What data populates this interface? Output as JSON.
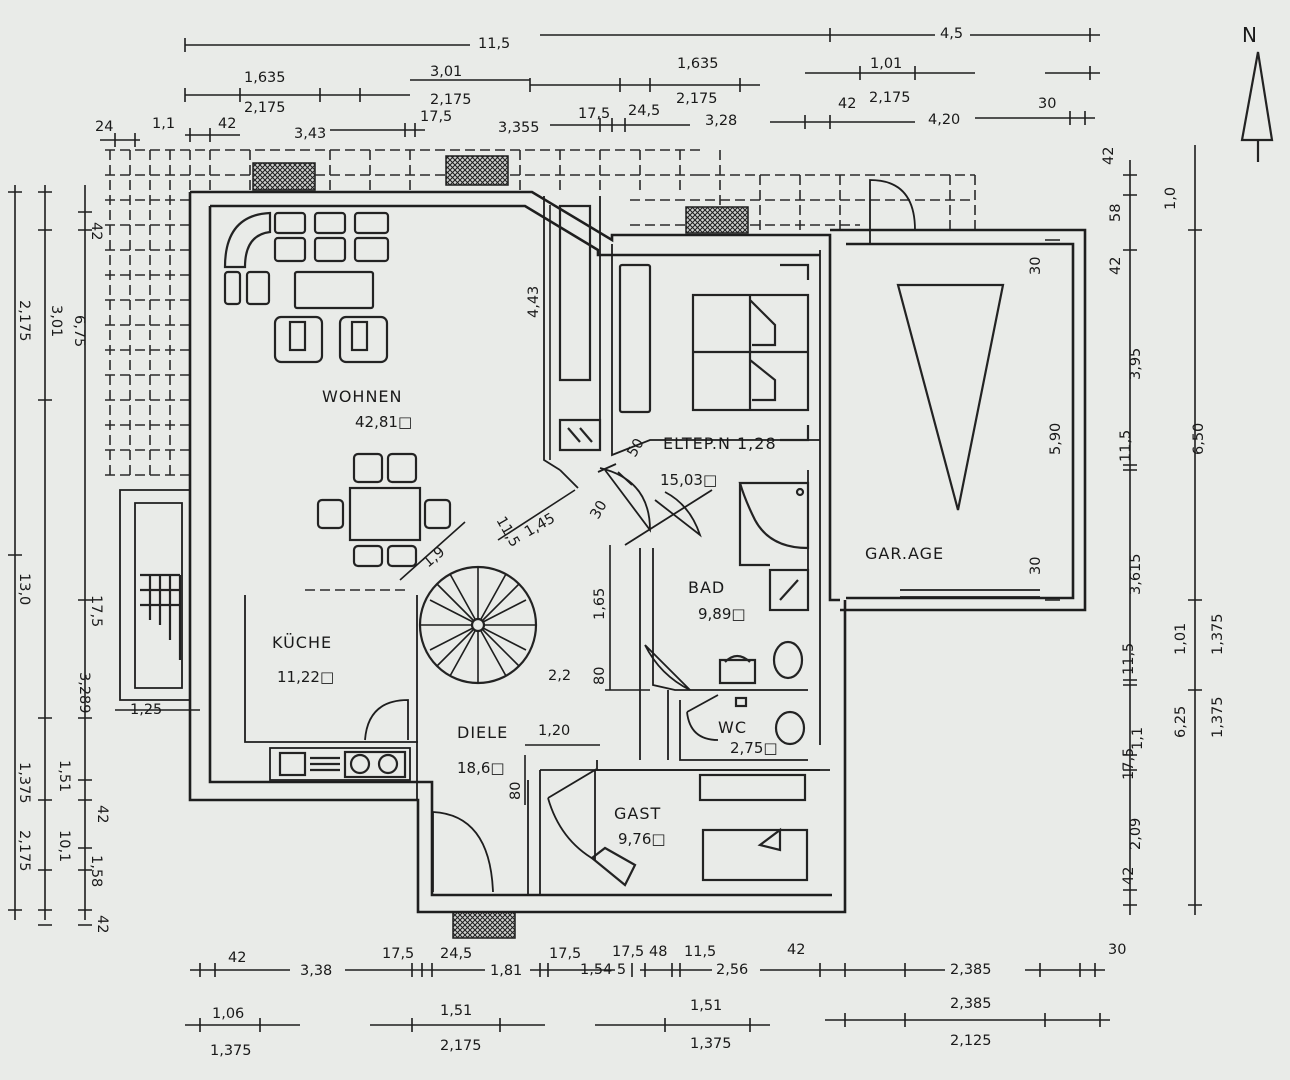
{
  "rooms": [
    {
      "name": "WOHNEN",
      "area": "42,81□"
    },
    {
      "name": "KÜCHE",
      "area": "11,22□"
    },
    {
      "name": "DIELE",
      "area": "18,6□"
    },
    {
      "name": "ELTEP.N 1,28",
      "area": "15,03□"
    },
    {
      "name": "BAD",
      "area": "9,89□"
    },
    {
      "name": "WC",
      "area": "2,75□"
    },
    {
      "name": "GAST",
      "area": "9,76□"
    },
    {
      "name": "GAR.AGE",
      "area": ""
    }
  ],
  "north_label": "N",
  "top_dims": [
    "11,5",
    "4,5",
    "1,635",
    "3,01",
    "1,635",
    "1,01",
    "2,175",
    "2,175",
    "2,175",
    "2,175",
    "24",
    "1,1",
    "42",
    "3,43",
    "17,5",
    "3,355",
    "17,5",
    "24,5",
    "3,28",
    "42",
    "4,20",
    "30"
  ],
  "bottom_dims": [
    "42",
    "3,38",
    "17,5",
    "24,5",
    "1,81",
    "17,5",
    "1,54 5",
    "17,5",
    "48",
    "11,5",
    "2,56",
    "42",
    "2,385",
    "30",
    "1,06",
    "1,375",
    "1,51",
    "2,175",
    "1,51",
    "1,375",
    "2,385",
    "2,125"
  ],
  "left_dims": [
    "2,175",
    "3,01",
    "6,75",
    "42",
    "17,5",
    "3,289",
    "1,25",
    "13,0",
    "1,375",
    "1,51",
    "2,175",
    "10,1",
    "42",
    "1,58",
    "42"
  ],
  "right_dims": [
    "42",
    "58",
    "1,0",
    "42",
    "30",
    "3,95",
    "5,90",
    "11,5",
    "6,50",
    "3,615",
    "30",
    "1,01",
    "1,375",
    "11,5",
    "6,25",
    "1,1",
    "1,375",
    "17,5",
    "2,09",
    "42"
  ],
  "inner_dims": [
    "4,43",
    "50",
    "30",
    "11,5",
    "1,45",
    "1,9",
    "1,65",
    "80",
    "2,2",
    "1,20",
    "80"
  ]
}
